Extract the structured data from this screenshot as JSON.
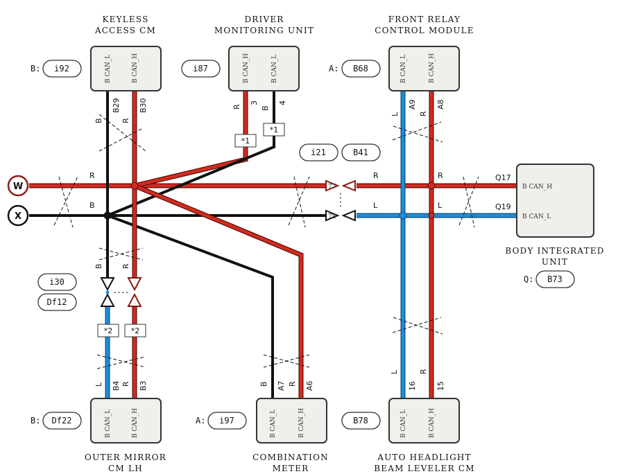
{
  "modules": {
    "keyless": {
      "title1": "KEYLESS",
      "title2": "ACCESS CM",
      "conn_prefix": "B:",
      "conn": "i92",
      "term_l": "B CAN_L",
      "term_h": "B CAN_H",
      "pin_l": "B29",
      "pin_h": "B30"
    },
    "driver": {
      "title1": "DRIVER",
      "title2": "MONITORING UNIT",
      "conn": "i87",
      "term_h": "B CAN_H",
      "term_l": "B CAN_L",
      "pin_h": "3",
      "pin_l": "4"
    },
    "front_relay": {
      "title1": "FRONT RELAY",
      "title2": "CONTROL MODULE",
      "conn_prefix": "A:",
      "conn": "B68",
      "term_l": "B CAN_L",
      "term_h": "B CAN_H",
      "pin_l": "A9",
      "pin_h": "A8"
    },
    "body": {
      "title1": "BODY INTEGRATED",
      "title2": "UNIT",
      "conn_prefix": "Q:",
      "conn": "B73",
      "term_h": "B CAN_H",
      "term_l": "B CAN_L",
      "pin_h": "Q17",
      "pin_l": "Q19"
    },
    "mirror": {
      "title1": "OUTER MIRROR",
      "title2": "CM LH",
      "conn_prefix": "B:",
      "conn": "Df22",
      "term_l": "B CAN_L",
      "term_h": "B CAN_H",
      "pin_l": "B4",
      "pin_h": "B3"
    },
    "meter": {
      "title1": "COMBINATION",
      "title2": "METER",
      "conn_prefix": "A:",
      "conn": "i97",
      "term_l": "B CAN_L",
      "term_h": "B CAN_H",
      "pin_l": "A7",
      "pin_h": "A6"
    },
    "headlight": {
      "title1": "AUTO HEADLIGHT",
      "title2": "BEAM LEVELER CM",
      "conn": "B78",
      "term_l": "B CAN_L",
      "term_h": "B CAN_H",
      "pin_l": "16",
      "pin_h": "15"
    }
  },
  "connectors": {
    "mid_a": "i21",
    "mid_b": "B41",
    "left_a": "i30",
    "left_b": "Df12"
  },
  "buses": {
    "w": "W",
    "x": "X"
  },
  "colors": {
    "r": "R",
    "b": "B",
    "l": "L",
    "red_hex": "#d22b20",
    "black_hex": "#111111",
    "blue_hex": "#1f8dd6"
  },
  "pins": {
    "j77": "77",
    "j78": "78"
  },
  "notes": {
    "star1": "*1",
    "star2": "*2"
  }
}
